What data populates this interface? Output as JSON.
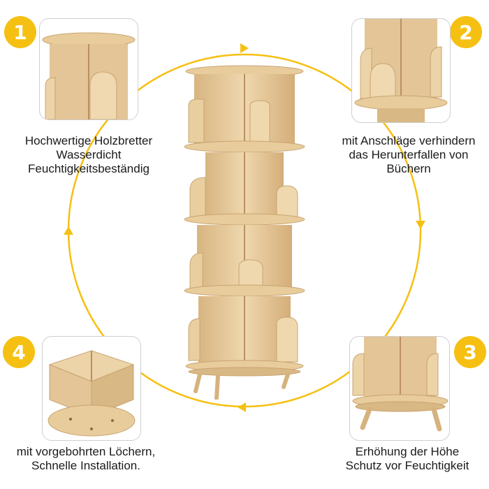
{
  "accent_color": "#f6c012",
  "wood_color": "#e3c597",
  "features": [
    {
      "number": "1",
      "lines": [
        "Hochwertige Holzbretter",
        "Wasserdicht",
        "Feuchtigkeitsbeständig"
      ],
      "icon": "shelf-top-detail"
    },
    {
      "number": "2",
      "lines": [
        "mit Anschläge verhindern",
        "das Herunterfallen von",
        "Büchern"
      ],
      "icon": "book-stopper-detail"
    },
    {
      "number": "3",
      "lines": [
        "Erhöhung der Höhe",
        "Schutz vor Feuchtigkeit"
      ],
      "icon": "legs-base-detail"
    },
    {
      "number": "4",
      "lines": [
        "mit vorgebohrten Löchern,",
        "Schnelle Installation."
      ],
      "icon": "predrilled-holes-detail"
    }
  ]
}
